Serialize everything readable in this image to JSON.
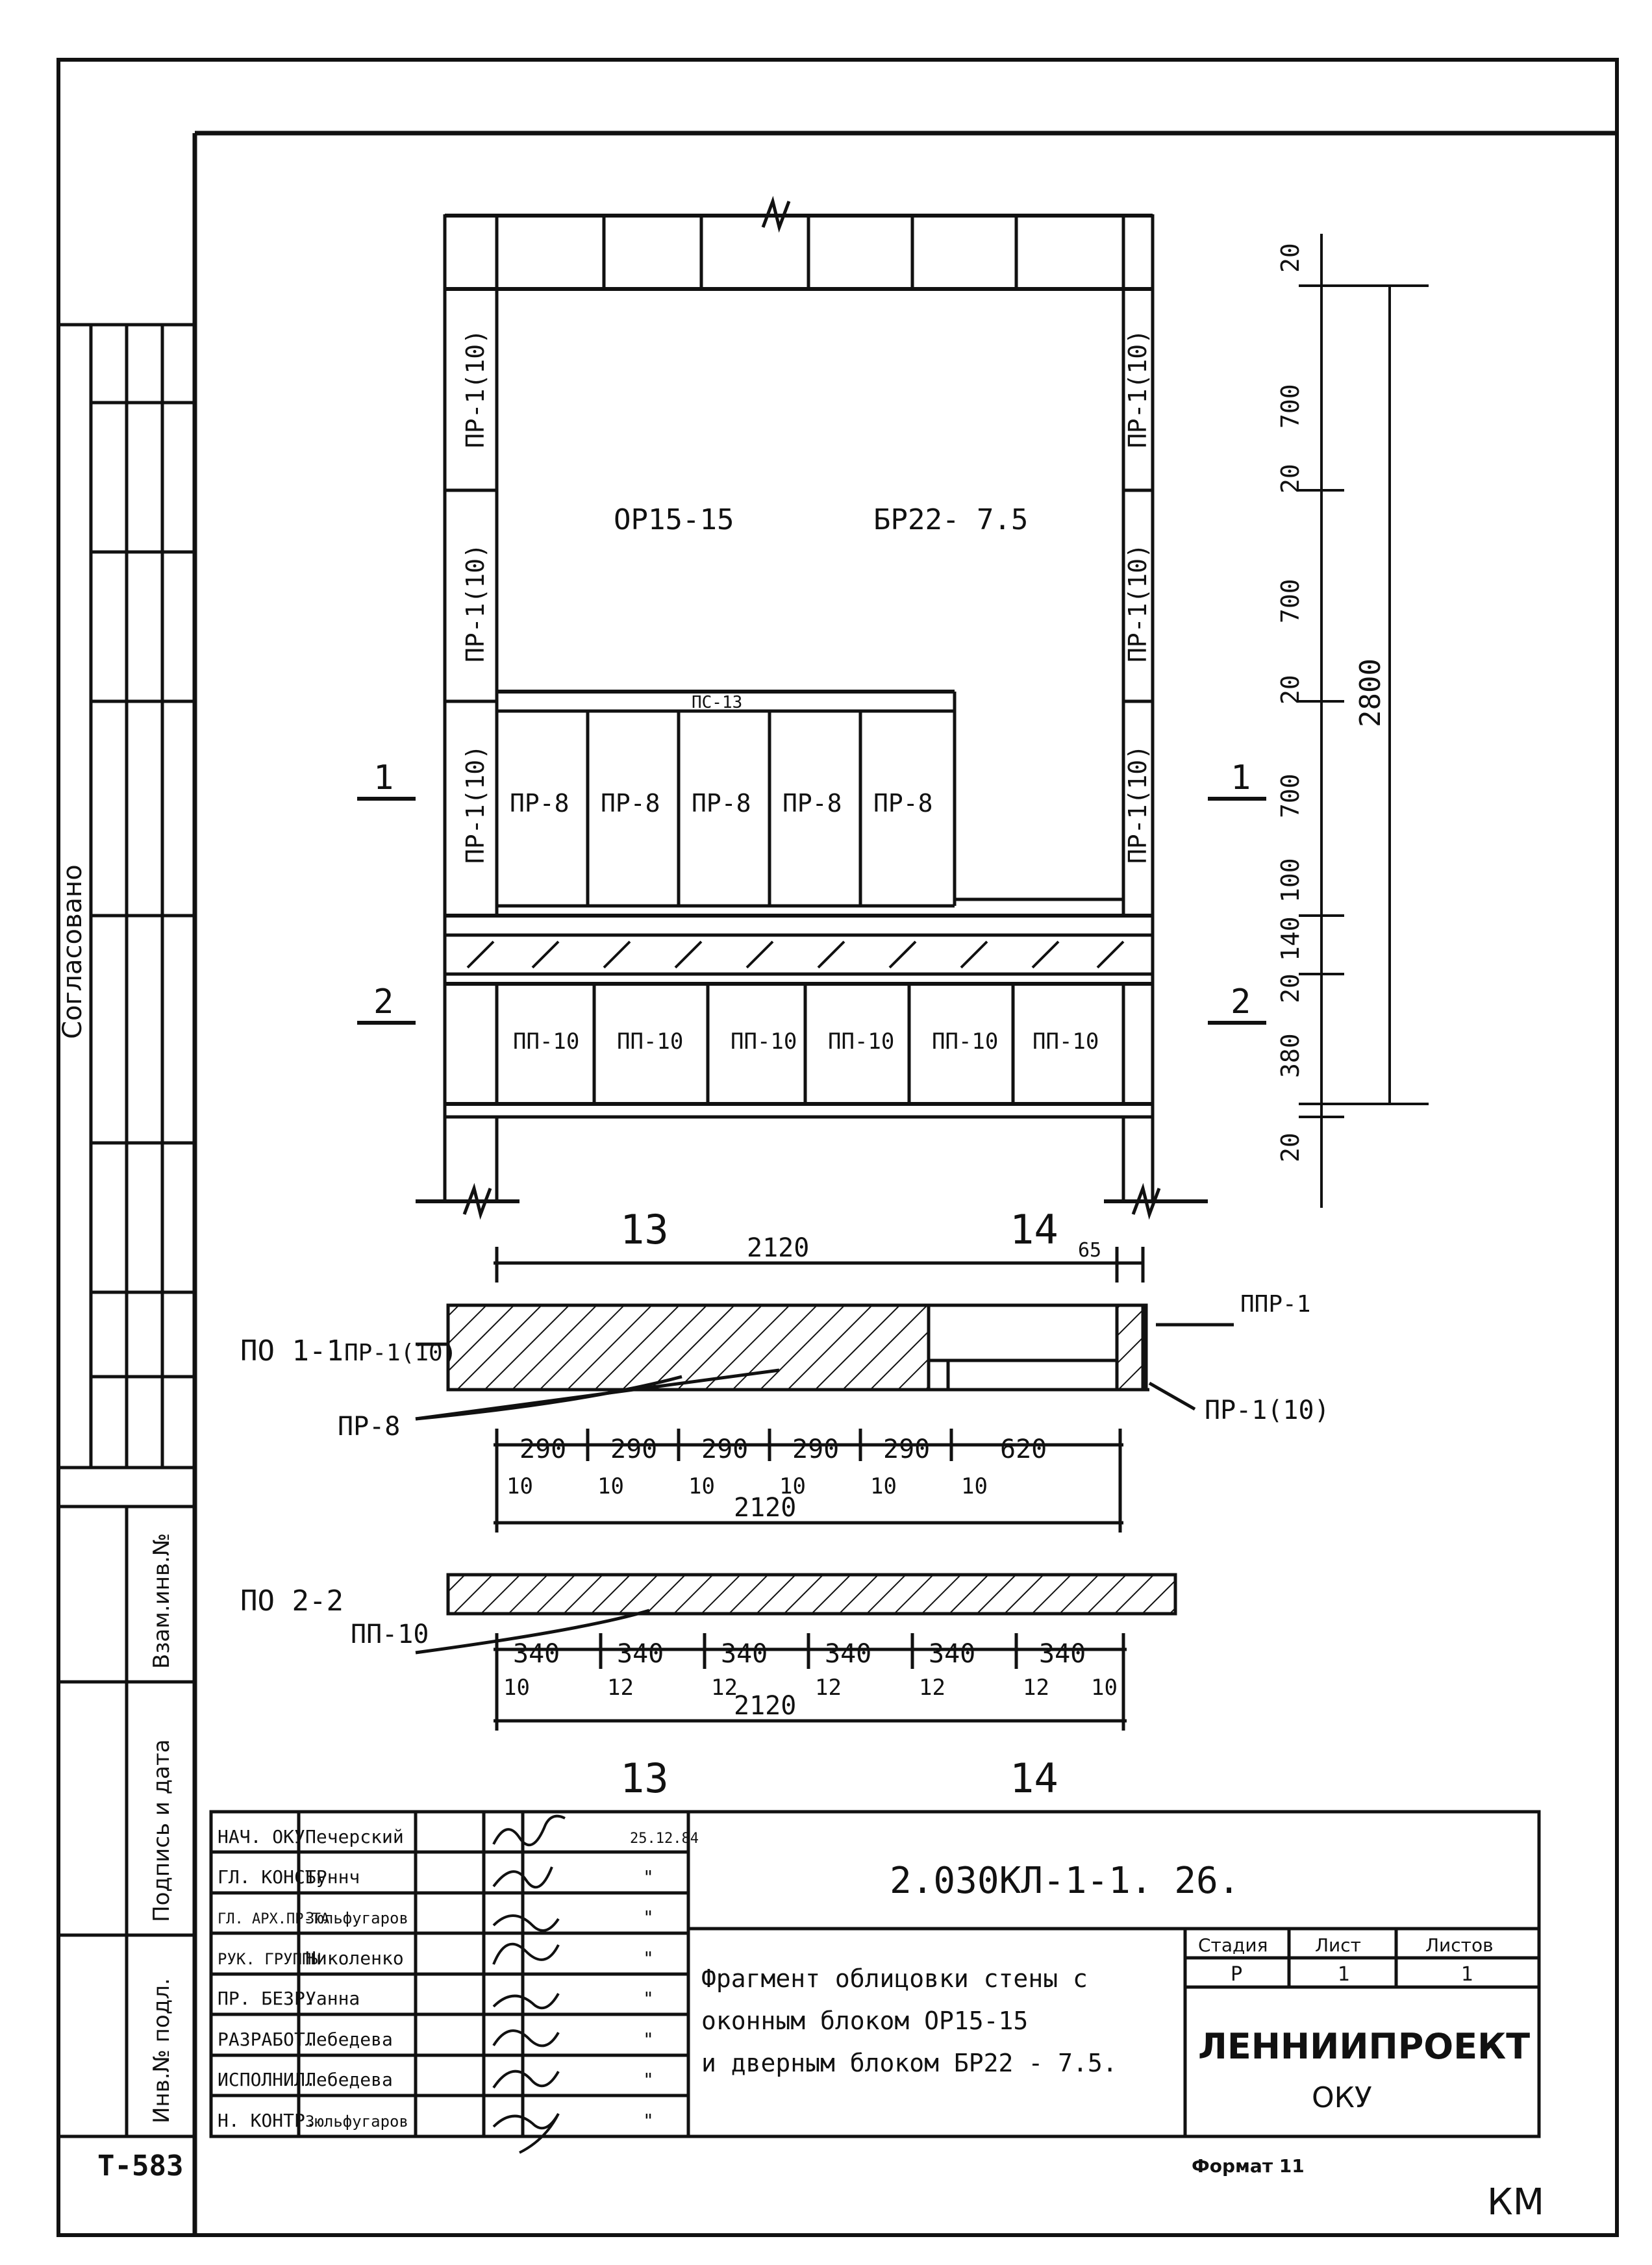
{
  "sheet": {
    "stamp_left": "Согласовано",
    "side_labels": [
      "Взам.инв.№",
      "Подпись и дата",
      "Инв.№ подл."
    ],
    "doc_code": "Т-583",
    "format": "Формат 11",
    "corner_mark": "КМ"
  },
  "elevation": {
    "window_label": "ОР15-15",
    "door_label": "БР22- 7.5",
    "lintel_label": "ПС-13",
    "left_column": [
      "ПР-1(10)",
      "ПР-1(10)",
      "ПР-1(10)"
    ],
    "right_column": [
      "ПР-1(10)",
      "ПР-1(10)",
      "ПР-1(10)"
    ],
    "sill_row": [
      "ПР-8",
      "ПР-8",
      "ПР-8",
      "ПР-8",
      "ПР-8"
    ],
    "bottom_row": [
      "ПП-10",
      "ПП-10",
      "ПП-10",
      "ПП-10",
      "ПП-10",
      "ПП-10"
    ],
    "section_marks": [
      "1",
      "1",
      "2",
      "2"
    ],
    "axis_marks": [
      "13",
      "14",
      "13",
      "14"
    ],
    "vertical_dims": [
      "20",
      "700",
      "20",
      "700",
      "20",
      "700",
      "100",
      "140",
      "20",
      "380",
      "20"
    ],
    "total_height": "2800"
  },
  "section1": {
    "title": "ПО 1-1",
    "label_left": "ПР-1(10)",
    "label_pr8": "ПР-8",
    "label_ppr": "ППР-1",
    "label_right": "ПР-1(10)",
    "top_dim": "2120",
    "top_dim_small": "65",
    "dims": [
      "290",
      "290",
      "290",
      "290",
      "290",
      "620"
    ],
    "gaps": [
      "10",
      "10",
      "10",
      "10",
      "10",
      "10"
    ],
    "total": "2120"
  },
  "section2": {
    "title": "ПО 2-2",
    "label": "ПП-10",
    "dims": [
      "340",
      "340",
      "340",
      "340",
      "340",
      "340"
    ],
    "gaps": [
      "10",
      "12",
      "12",
      "12",
      "12",
      "12",
      "10"
    ],
    "total": "2120"
  },
  "title_block": {
    "rows": [
      {
        "role": "НАЧ. ОКУ",
        "name": "Печерский",
        "date": "25.12.84"
      },
      {
        "role": "ГЛ. КОНСТР",
        "name": "Буннч",
        "date": "\""
      },
      {
        "role": "ГЛ. АРХ.ПР-ТА",
        "name": "Зюльфугаров",
        "date": "\""
      },
      {
        "role": "РУК. ГРУППЫ",
        "name": "Николенко",
        "date": "\""
      },
      {
        "role": "ПР. БЕЗР.",
        "name": "Уанна",
        "date": "\""
      },
      {
        "role": "РАЗРАБОТ.",
        "name": "Лебедева",
        "date": "\""
      },
      {
        "role": "ИСПОЛНИЛ.",
        "name": "Лебедева",
        "date": "\""
      },
      {
        "role": "Н. КОНТР.",
        "name": "Зюльфугаров",
        "date": "\""
      }
    ],
    "code": "2.030КЛ-1-1. 26.",
    "description": [
      "Фрагмент облицовки стены с",
      "оконным блоком    ОР15-15",
      "и дверным блоком  БР22 - 7.5."
    ],
    "stage_header": "Стадия",
    "sheet_header": "Лист",
    "sheets_header": "Листов",
    "stage": "Р",
    "sheet": "1",
    "sheets": "1",
    "org": "ЛЕННИИПРОЕКТ",
    "dept": "ОКУ"
  }
}
